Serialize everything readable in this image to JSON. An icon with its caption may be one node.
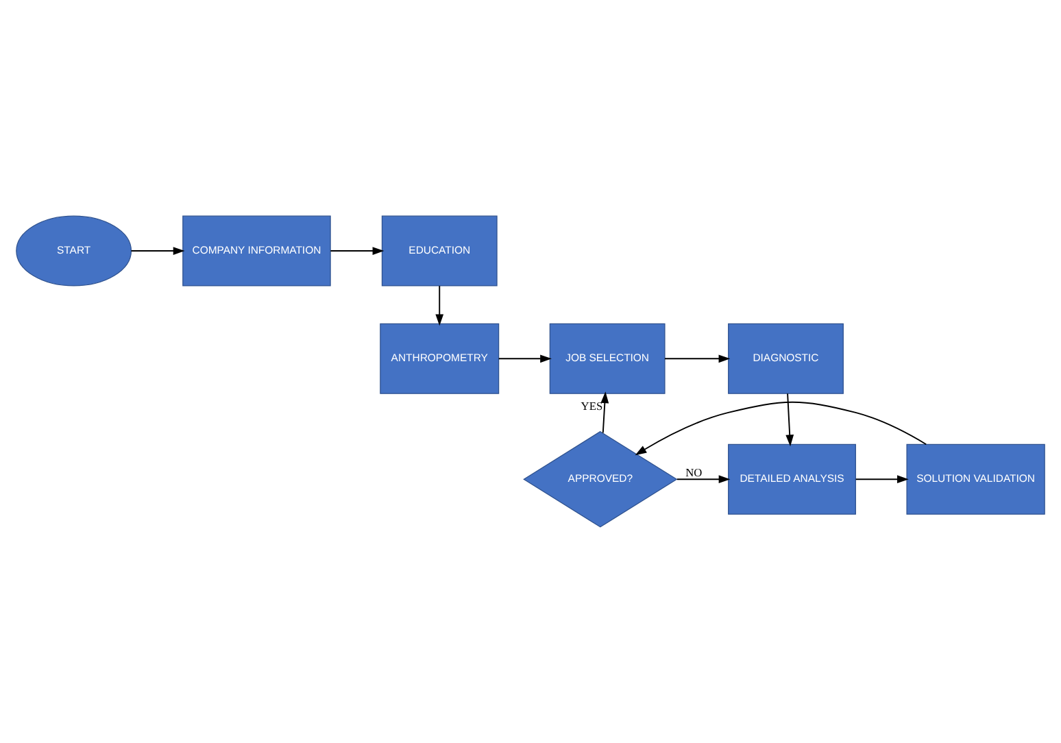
{
  "diagram": {
    "nodes": [
      {
        "text": [
          "START"
        ]
      },
      {
        "text": [
          "COMPANY INFORMATION"
        ]
      },
      {
        "text": [
          "EDUCATION"
        ]
      },
      {
        "text": [
          "ANTHROPOMETRY"
        ]
      },
      {
        "text": [
          "JOB SELECTION"
        ]
      },
      {
        "text": [
          "DIAGNOSTIC"
        ]
      },
      {
        "text": [
          "DETAILED ANALYSIS"
        ]
      },
      {
        "text": [
          "SOLUTION VALIDATION"
        ]
      },
      {
        "text": [
          "APPROVED?"
        ]
      }
    ],
    "edges": [
      {
        "from": 0,
        "to": 1,
        "arrow": "to"
      },
      {
        "from": 1,
        "to": 2,
        "arrow": "to"
      },
      {
        "from": 2,
        "to": 3,
        "arrow": "to"
      },
      {
        "from": 3,
        "to": 4,
        "arrow": "to"
      },
      {
        "from": 4,
        "to": 5,
        "arrow": "to"
      },
      {
        "from": 5,
        "to": 6,
        "arrow": "to"
      },
      {
        "from": 6,
        "to": 7,
        "arrow": "to"
      },
      {
        "from": 7,
        "to": 8,
        "arrow": "to"
      },
      {
        "from": 8,
        "to": 4,
        "arrow": "to",
        "label": "YES"
      },
      {
        "from": 8,
        "to": 6,
        "arrow": "to",
        "label": "NO"
      }
    ]
  }
}
